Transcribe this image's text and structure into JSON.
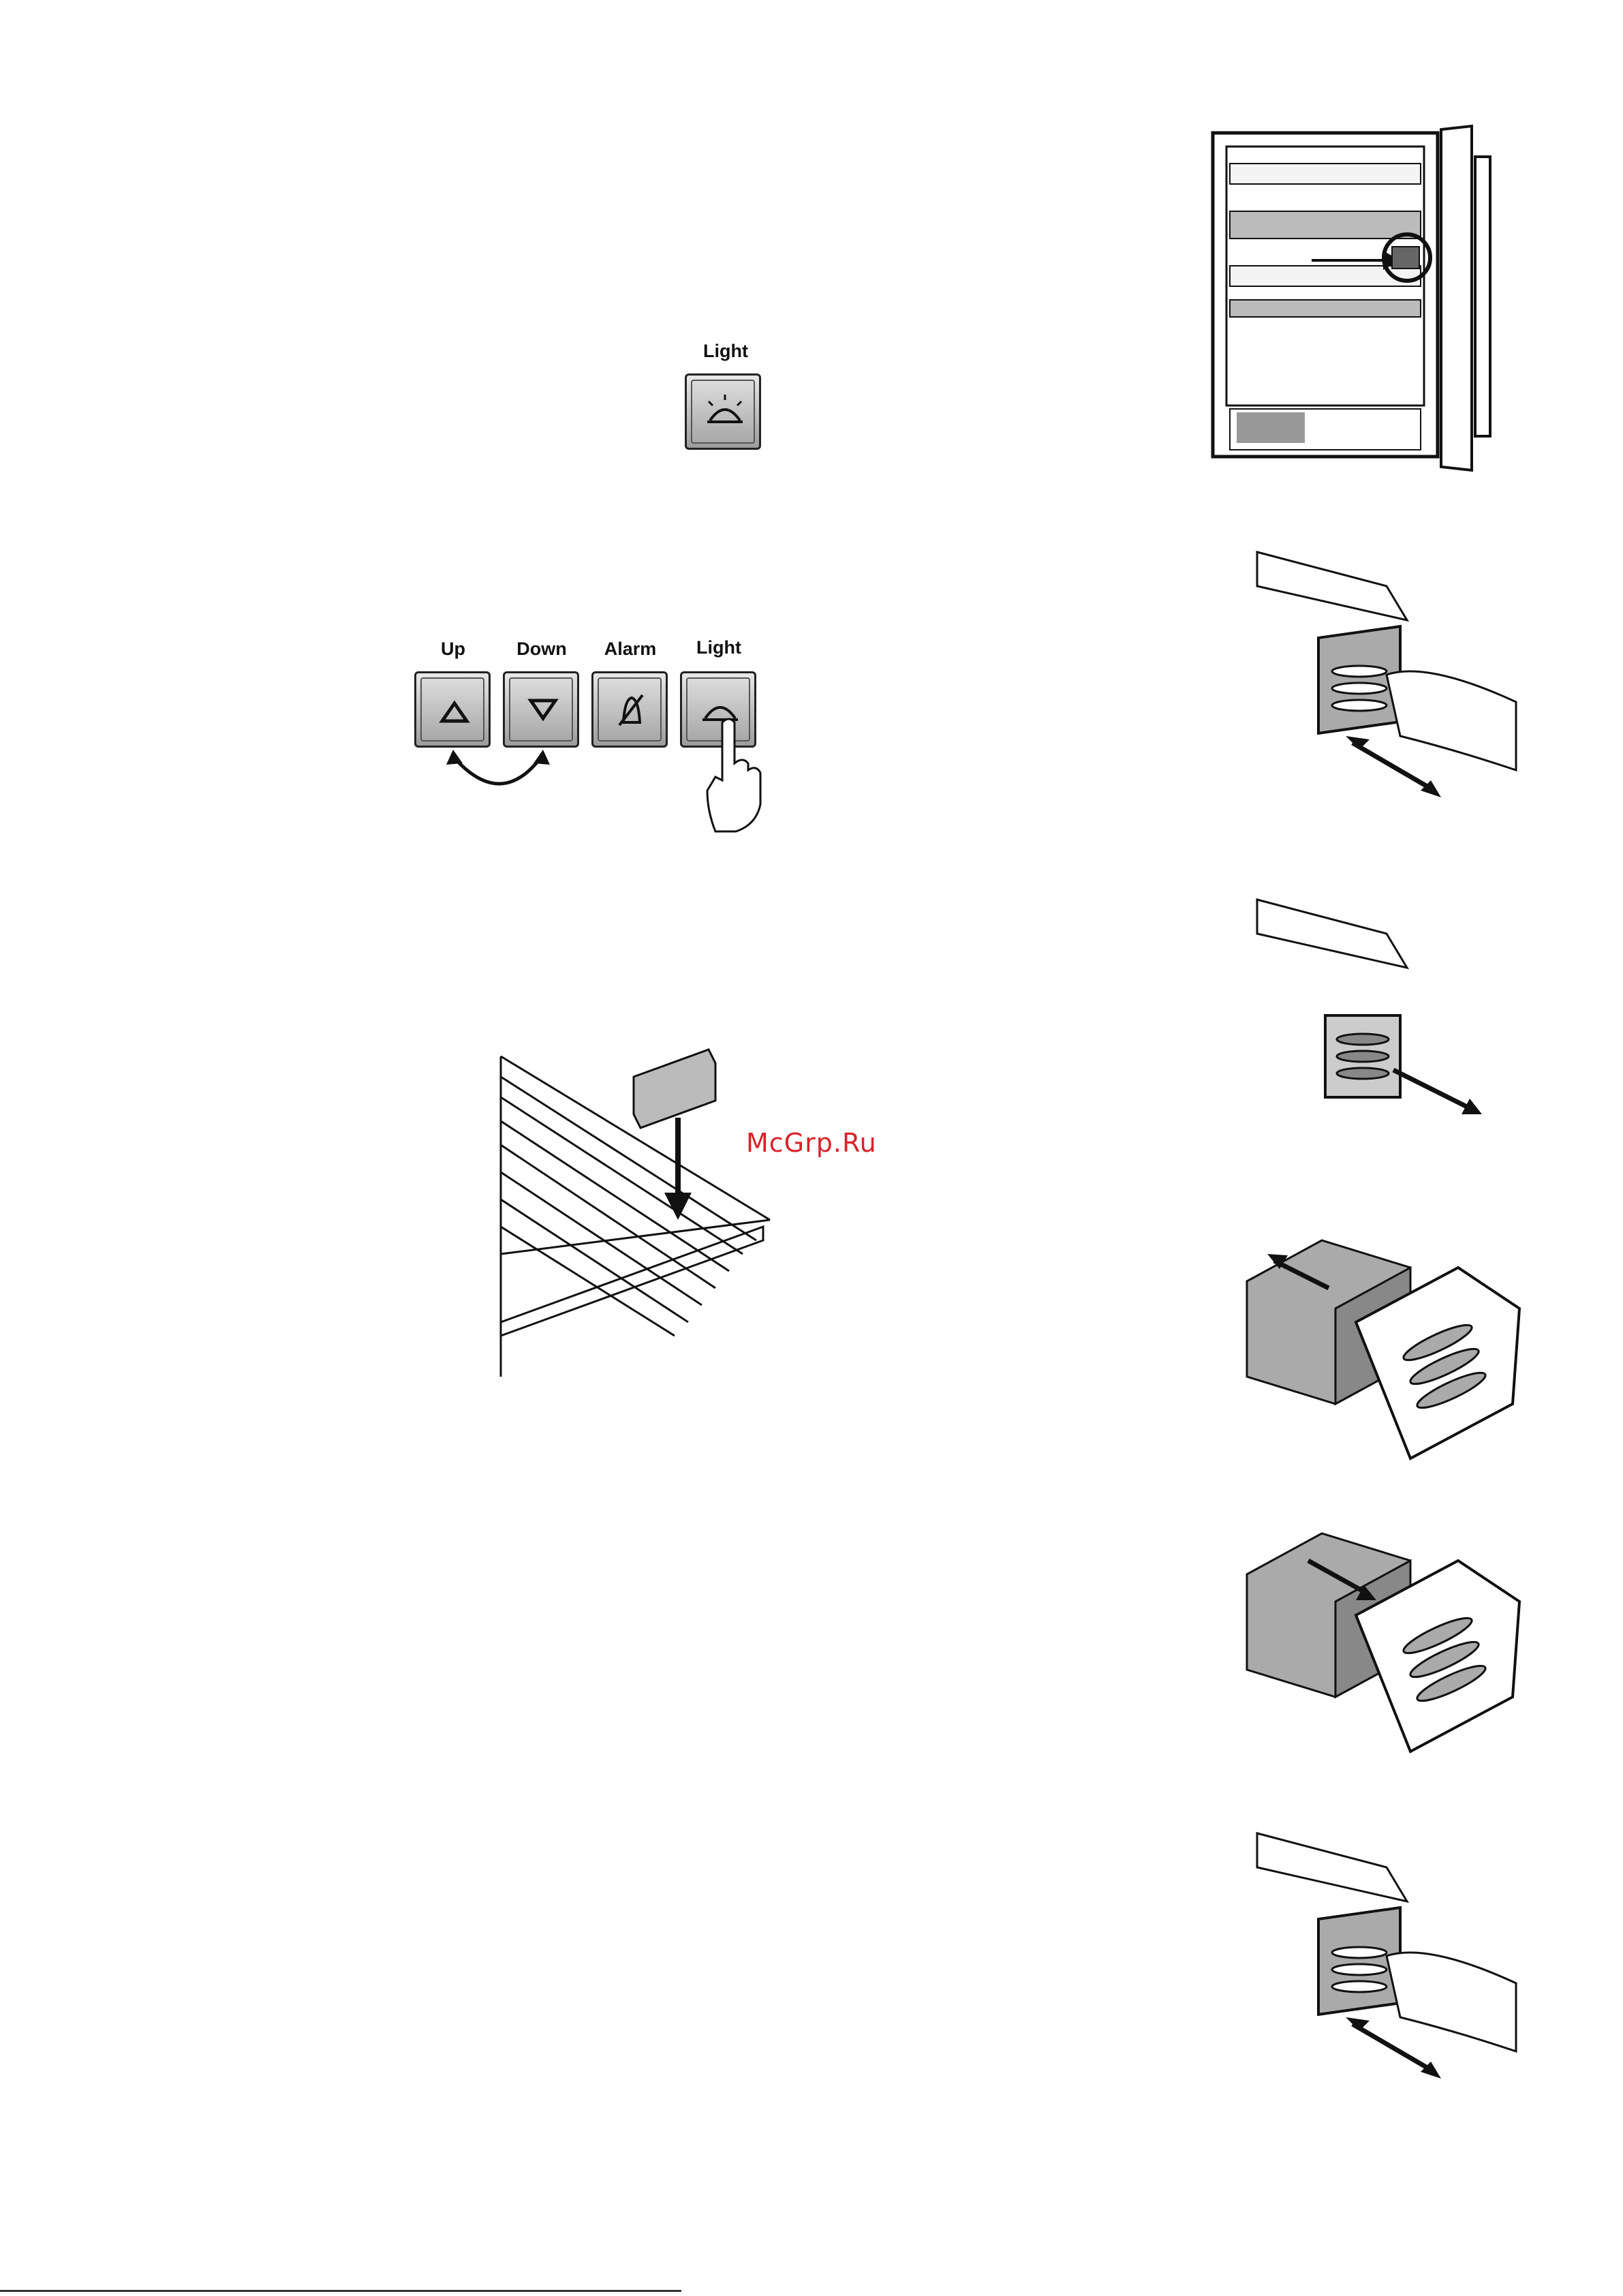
{
  "buttons": {
    "light_single": "Light",
    "up": "Up",
    "down": "Down",
    "alarm": "Alarm",
    "light": "Light"
  },
  "watermark": "McGrp.Ru",
  "icons": [
    "light-icon",
    "up-arrow-icon",
    "down-arrow-icon",
    "alarm-icon",
    "hand-pointer-icon"
  ]
}
